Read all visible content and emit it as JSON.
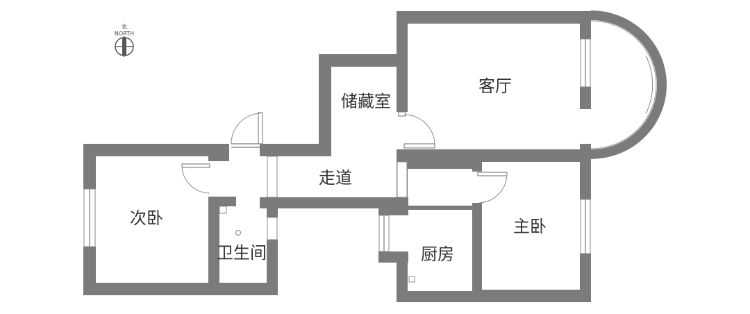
{
  "compass": {
    "north_cn": "北",
    "north_en": "NORTH"
  },
  "rooms": {
    "living_room": "客厅",
    "storage_room": "储藏室",
    "corridor": "走道",
    "second_bedroom": "次卧",
    "master_bedroom": "主卧",
    "bathroom": "卫生间",
    "kitchen": "厨房"
  },
  "colors": {
    "wall": "#7c7b7c",
    "background": "#ffffff",
    "text": "#333333"
  }
}
